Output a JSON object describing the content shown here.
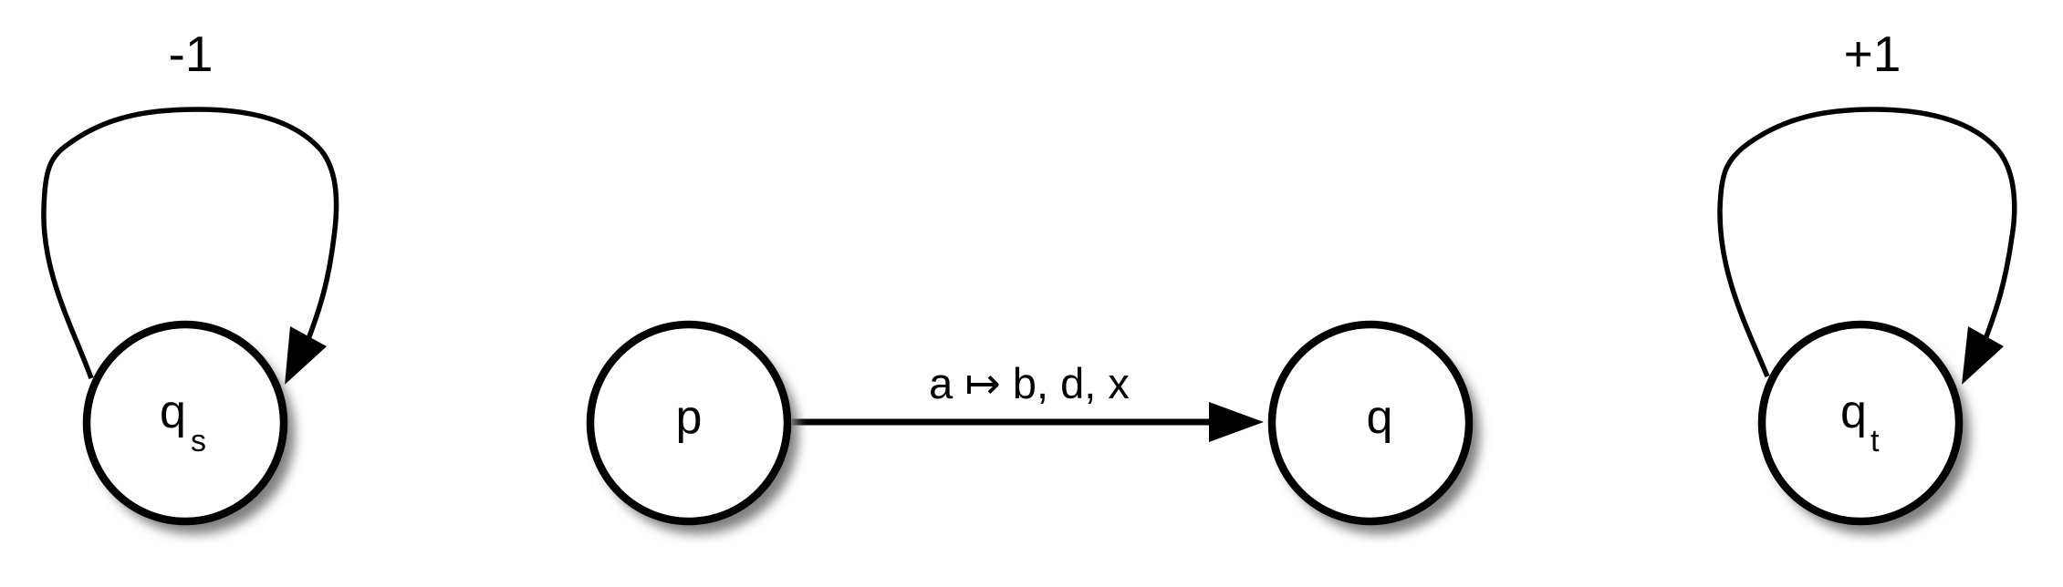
{
  "diagram": {
    "type": "state-transition-diagram",
    "colors": {
      "stroke": "#000000",
      "fill": "#ffffff",
      "shadow": "#808080",
      "background": "#ffffff"
    },
    "nodes": [
      {
        "id": "qs",
        "label": "q",
        "subscript": "s"
      },
      {
        "id": "p",
        "label": "p",
        "subscript": ""
      },
      {
        "id": "q",
        "label": "q",
        "subscript": ""
      },
      {
        "id": "qt",
        "label": "q",
        "subscript": "t"
      }
    ],
    "edges": [
      {
        "from": "qs",
        "to": "qs",
        "kind": "self-loop",
        "label": "-1"
      },
      {
        "from": "p",
        "to": "q",
        "kind": "arrow",
        "label": "a ↦ b, d, x"
      },
      {
        "from": "qt",
        "to": "qt",
        "kind": "self-loop",
        "label": "+1"
      }
    ]
  }
}
